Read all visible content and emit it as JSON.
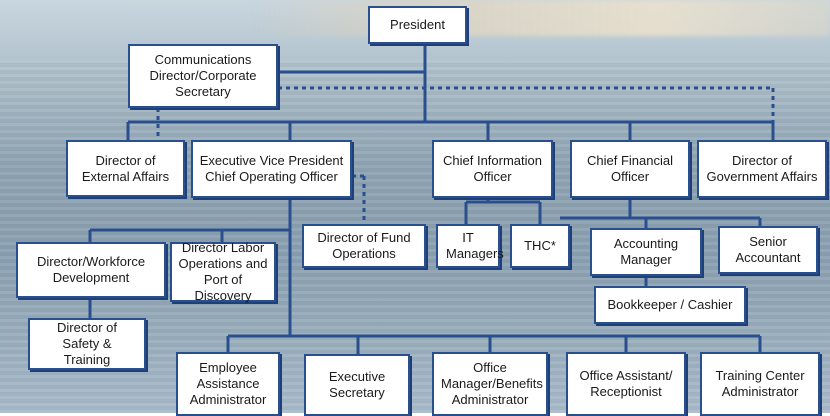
{
  "org_chart": {
    "president": "President",
    "communications": "Communications Director/Corporate Secretary",
    "external_affairs": "Director of External Affairs",
    "evp": "Executive Vice President Chief Operating Officer",
    "cio": "Chief Information Officer",
    "cfo": "Chief Financial Officer",
    "government_affairs": "Director of Government Affairs",
    "fund_operations": "Director of Fund Operations",
    "it_managers": "IT Managers",
    "thc": "THC*",
    "accounting_manager": "Accounting Manager",
    "senior_accountant": "Senior Accountant",
    "bookkeeper": "Bookkeeper / Cashier",
    "workforce": "Director/Workforce Development",
    "labor_operations": "Director Labor Operations and Port of Discovery",
    "safety_training": "Director of Safety & Training",
    "employee_assistance": "Employee Assistance Administrator",
    "executive_secretary": "Executive Secretary",
    "office_manager": "Office Manager/Benefits Administrator",
    "office_assistant": "Office Assistant/ Receptionist",
    "training_center": "Training Center Administrator"
  },
  "colors": {
    "connector": "#2a4f8f",
    "box_border": "#2a4f8f",
    "box_fill": "#ffffff"
  }
}
